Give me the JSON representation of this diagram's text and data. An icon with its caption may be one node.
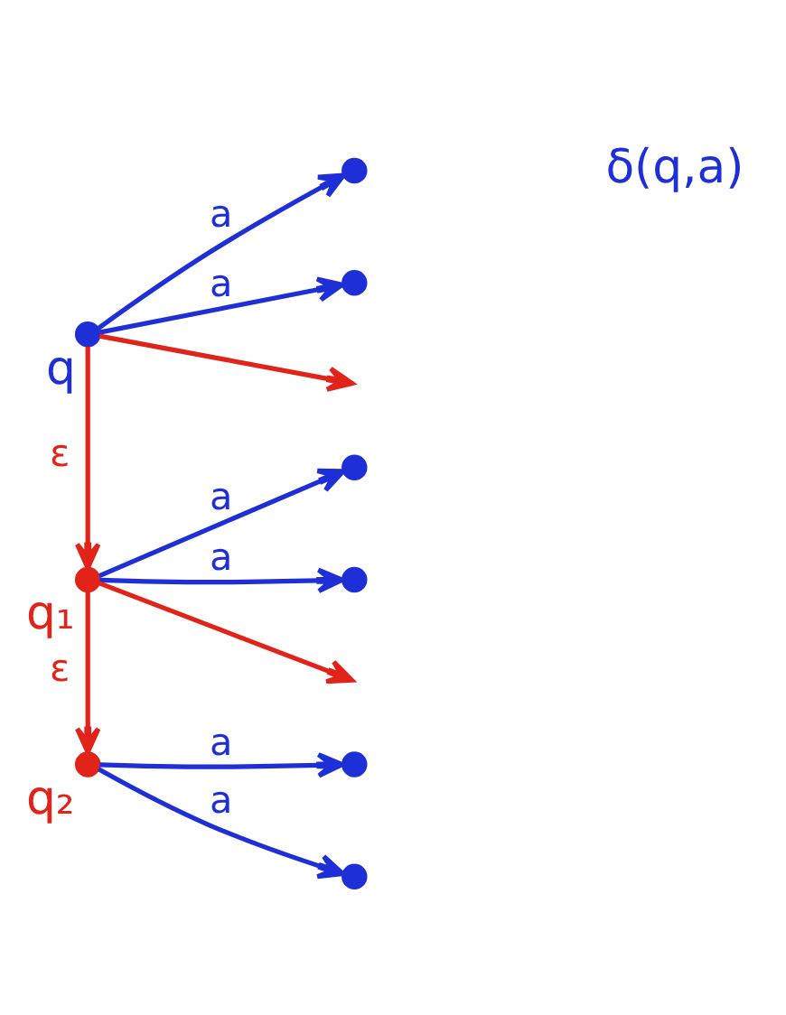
{
  "diagram": {
    "nodes": [
      {
        "text": [],
        "shape": "circle",
        "beside": [
          "q"
        ]
      },
      {
        "text": [],
        "shape": "circle"
      },
      {
        "text": [],
        "shape": "circle"
      },
      {
        "text": [],
        "shape": "circle",
        "beside": [
          "q₁"
        ]
      },
      {
        "text": [],
        "shape": "circle"
      },
      {
        "text": [],
        "shape": "circle"
      },
      {
        "text": [],
        "shape": "circle",
        "beside": [
          "q₂"
        ]
      },
      {
        "text": [],
        "shape": "circle"
      },
      {
        "text": [],
        "shape": "circle"
      }
    ],
    "edges": [
      {
        "from": 0,
        "to": 1,
        "arrow": "to",
        "label": "a"
      },
      {
        "from": 0,
        "to": 2,
        "arrow": "to",
        "label": "a"
      },
      {
        "from": 0,
        "to": null,
        "arrow": "to",
        "color": "#e2231a"
      },
      {
        "from": 0,
        "to": 3,
        "arrow": "to",
        "label": "ε",
        "color": "#e2231a"
      },
      {
        "from": 3,
        "to": 4,
        "arrow": "to",
        "label": "a"
      },
      {
        "from": 3,
        "to": 5,
        "arrow": "to",
        "label": "a"
      },
      {
        "from": 3,
        "to": null,
        "arrow": "to",
        "color": "#e2231a"
      },
      {
        "from": 3,
        "to": 6,
        "arrow": "to",
        "label": "ε",
        "color": "#e2231a"
      },
      {
        "from": 6,
        "to": 7,
        "arrow": "to",
        "label": "a"
      },
      {
        "from": 6,
        "to": 8,
        "arrow": "to",
        "label": "a"
      }
    ],
    "labels": [
      "δ(q,a)"
    ]
  }
}
